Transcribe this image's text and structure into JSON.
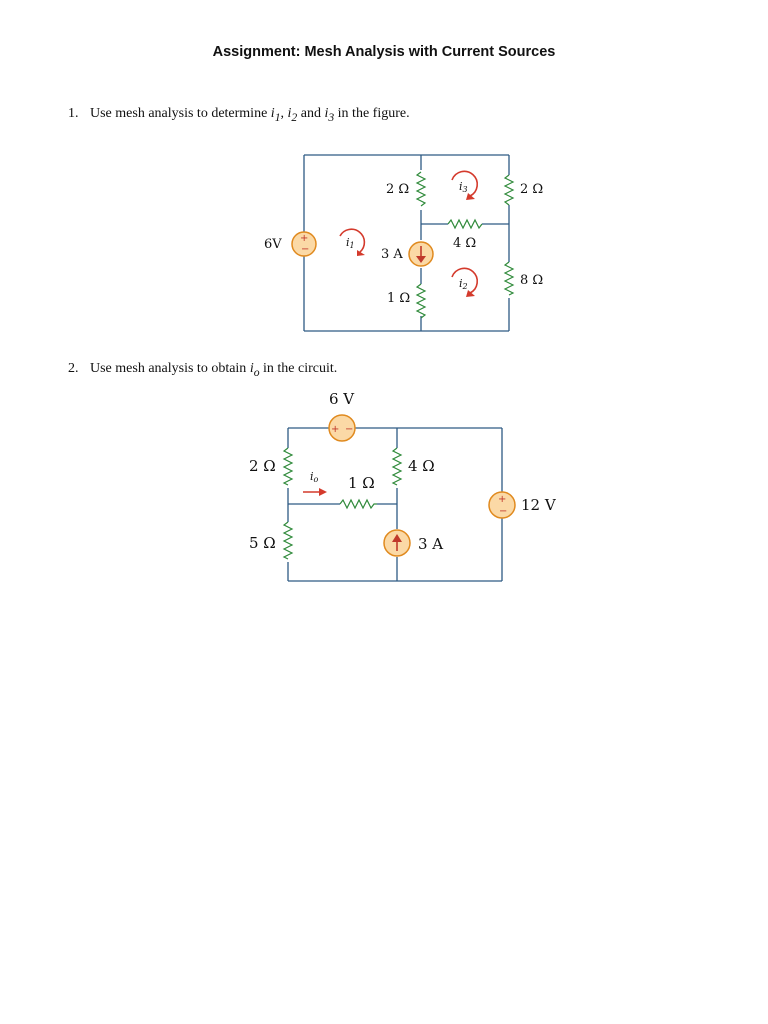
{
  "title": "Assignment: Mesh Analysis with Current Sources",
  "q1": {
    "number": "1.",
    "text_before": "Use mesh analysis to determine ",
    "v1": "i",
    "v1_sub": "1",
    "sep1": ", ",
    "v2": "i",
    "v2_sub": "2",
    "sep2": " and ",
    "v3": "i",
    "v3_sub": "3",
    "text_after": " in the figure.",
    "figure": {
      "source_voltage": "6V",
      "source_current": "3 A",
      "r_top_middle": "2 Ω",
      "r_top_right": "2 Ω",
      "r_horizontal": "4 Ω",
      "r_bottom_middle": "1 Ω",
      "r_bottom_right": "8 Ω",
      "mesh1": "i",
      "mesh1_sub": "1",
      "mesh2": "i",
      "mesh2_sub": "2",
      "mesh3": "i",
      "mesh3_sub": "3",
      "plus": "+",
      "minus": "−"
    }
  },
  "q2": {
    "number": "2.",
    "text_before": "Use mesh analysis to obtain ",
    "v": "i",
    "v_sub": "o",
    "text_after": " in the circuit.",
    "figure": {
      "source_top": "6 V",
      "source_right": "12 V",
      "source_current": "3 A",
      "r_left_top": "2 Ω",
      "r_left_bottom": "5 Ω",
      "r_middle": "1 Ω",
      "r_right": "4 Ω",
      "current": "i",
      "current_sub": "o",
      "plus": "+",
      "minus": "−"
    }
  }
}
